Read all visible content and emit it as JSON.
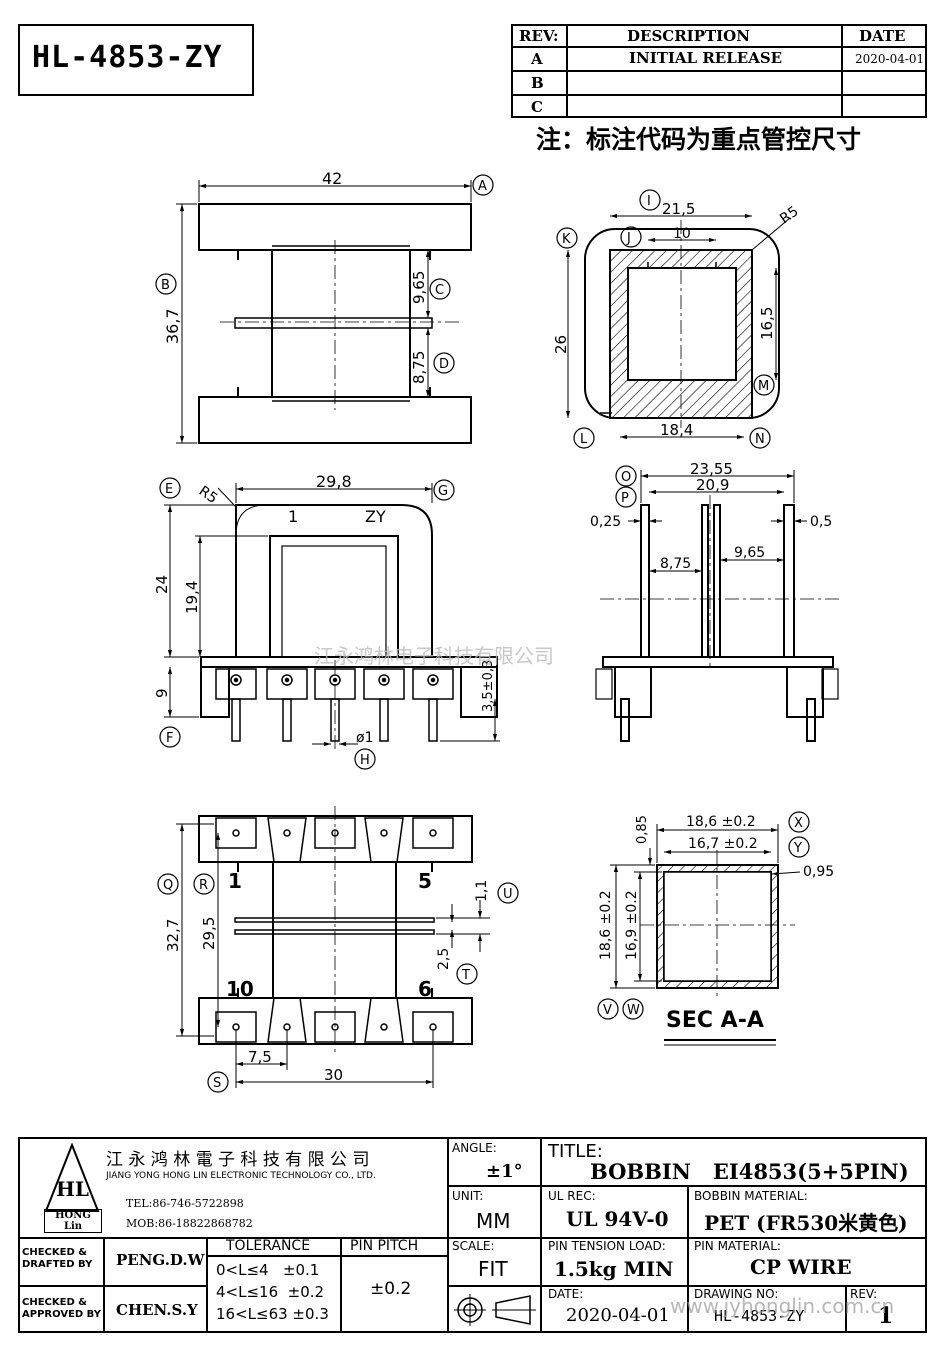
{
  "drawing_code": "HL-4853-ZY",
  "revision_table": {
    "headers": {
      "rev": "REV:",
      "description": "DESCRIPTION",
      "date": "DATE"
    },
    "rows": [
      {
        "rev": "A",
        "description": "INITIAL  RELEASE",
        "date": "2020-04-01"
      },
      {
        "rev": "B",
        "description": "",
        "date": ""
      },
      {
        "rev": "C",
        "description": "",
        "date": ""
      }
    ]
  },
  "note": "注：标注代码为重点管控尺寸",
  "watermark": "江永鸿林电子科技有限公司",
  "views": {
    "front": {
      "dims": {
        "width": "42",
        "height": "36,7",
        "upper_winding": "9,65",
        "lower_winding": "8,75"
      },
      "markers": {
        "width": "A",
        "height": "B",
        "upper": "C",
        "lower": "D"
      }
    },
    "top_right": {
      "dims": {
        "outer_w": "21,5",
        "inner_w": "10",
        "height": "26",
        "inner_h": "16,5",
        "bottom_w": "18,4",
        "radius": "R5"
      },
      "markers": [
        "I",
        "J",
        "K",
        "M",
        "L",
        "N"
      ]
    },
    "side": {
      "dims": {
        "width": "29,8",
        "radius": "R5",
        "total_h": "24",
        "window_h": "19,4",
        "base_h": "9",
        "pin_len": "3,5±0,3",
        "pin_dia": "ø1"
      },
      "labels": {
        "pin_one": "1",
        "code": "ZY"
      },
      "markers": [
        "E",
        "G",
        "F",
        "H"
      ]
    },
    "side_right": {
      "dims": {
        "outer_w": "23,55",
        "inner_w": "20,9",
        "flange_left": "0,25",
        "flange_right": "0,5",
        "slot_left": "8,75",
        "slot_right": "9,65"
      },
      "markers": [
        "O",
        "P"
      ]
    },
    "bottom": {
      "dims": {
        "height": "32,7",
        "inner_h": "29,5",
        "pitch": "7,5",
        "span": "30",
        "divider": "1,1",
        "gap": "2,5"
      },
      "pin_numbers": {
        "tl": "1",
        "tr": "5",
        "bl": "10",
        "br": "6"
      },
      "markers": [
        "Q",
        "R",
        "U",
        "T",
        "S"
      ]
    },
    "section": {
      "title": "SEC A-A",
      "dims": {
        "outer_w": "18,6 ±0.2",
        "inner_w": "16,7 ±0.2",
        "outer_h": "18,6 ±0.2",
        "inner_h": "16,9 ±0.2",
        "wall_top": "0,85",
        "wall_side": "0,95"
      },
      "markers": [
        "X",
        "Y",
        "V",
        "W"
      ]
    }
  },
  "title_block": {
    "company_cn": "江 永 鸿 林 電 子 科 技 有 限 公 司",
    "company_en": "JIANG YONG HONG LIN ELECTRONIC TECHNOLOGY CO., LTD.",
    "logo_text": "HL",
    "logo_sub": "HONG Lin",
    "tel": "TEL:86-746-5722898",
    "mob": "MOB:86-18822868782",
    "angle_label": "ANGLE:",
    "angle_value": "±1°",
    "unit_label": "UNIT:",
    "unit_value": "MM",
    "scale_label": "SCALE:",
    "scale_value": "FIT",
    "title_label": "TITLE:",
    "title_value": "BOBBIN   EI4853(5+5PIN)",
    "ul_label": "UL REC:",
    "ul_value": "UL 94V-0",
    "bobbin_material_label": "BOBBIN MATERIAL:",
    "bobbin_material_value": "PET (FR530米黄色)",
    "pin_tension_label": "PIN TENSION LOAD:",
    "pin_tension_value": "1.5kg MIN",
    "pin_material_label": "PIN MATERIAL:",
    "pin_material_value": "CP WIRE",
    "date_label": "DATE:",
    "date_value": "2020-04-01",
    "drawing_no_label": "DRAWING NO:",
    "drawing_no_value": "HL-4853-ZY",
    "rev_label": "REV:",
    "rev_value": "1",
    "checked_drafted_label": "CHECKED & DRAFTED BY",
    "checked_drafted_value": "PENG.D.W",
    "checked_approved_label": "CHECKED & APPROVED BY",
    "checked_approved_value": "CHEN.S.Y",
    "tolerance_label": "TOLERANCE",
    "tolerance_rows": [
      "0<L≤4   ±0.1",
      "4<L≤16  ±0.2",
      "16<L≤63 ±0.3"
    ],
    "pin_pitch_label": "PIN PITCH",
    "pin_pitch_value": "±0.2",
    "website": "www.jyhonglin.com.cn"
  }
}
